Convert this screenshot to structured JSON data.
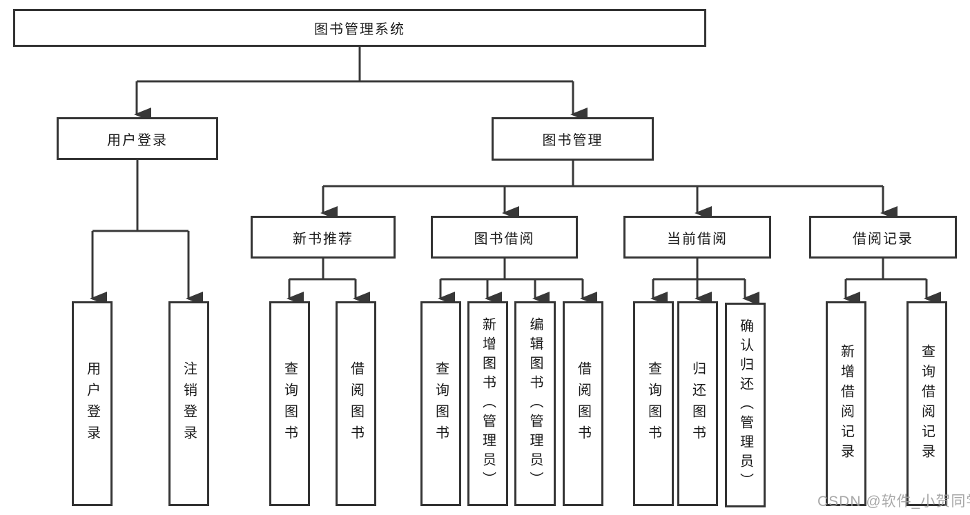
{
  "diagram": {
    "root": {
      "label": "图书管理系统"
    },
    "branches": [
      {
        "label": "用户登录",
        "children": [
          {
            "label": "用户登录"
          },
          {
            "label": "注销登录"
          }
        ]
      },
      {
        "label": "图书管理",
        "children": [
          {
            "label": "新书推荐",
            "children": [
              {
                "label": "查询图书"
              },
              {
                "label": "借阅图书"
              }
            ]
          },
          {
            "label": "图书借阅",
            "children": [
              {
                "label": "查询图书"
              },
              {
                "label": "新增图书（管理员）"
              },
              {
                "label": "编辑图书（管理员）"
              },
              {
                "label": "借阅图书"
              }
            ]
          },
          {
            "label": "当前借阅",
            "children": [
              {
                "label": "查询图书"
              },
              {
                "label": "归还图书"
              },
              {
                "label": "确认归还（管理员）"
              }
            ]
          },
          {
            "label": "借阅记录",
            "children": [
              {
                "label": "新增借阅记录"
              },
              {
                "label": "查询借阅记录"
              }
            ]
          }
        ]
      }
    ]
  },
  "watermark": "CSDN @软件_小贺同学",
  "colors": {
    "line": "#383838",
    "box_border": "#343434",
    "text": "#1a1a1a",
    "watermark": "#9e9e9e",
    "background": "#ffffff"
  }
}
